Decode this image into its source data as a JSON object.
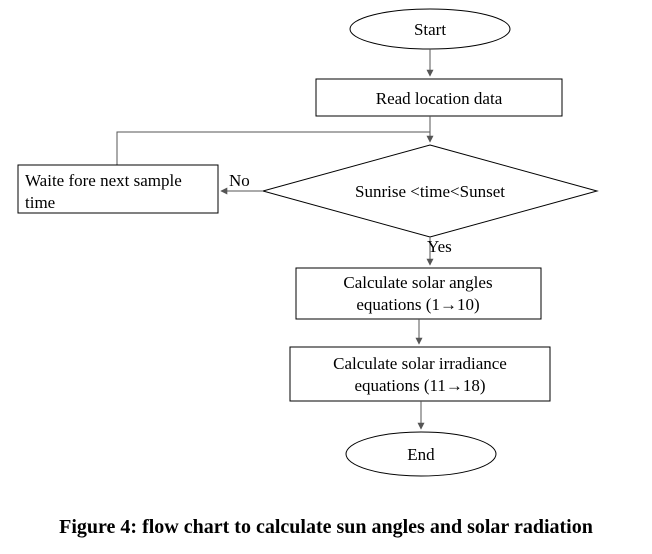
{
  "nodes": {
    "start": "Start",
    "read_location": "Read location data",
    "wait_line1": "Waite fore next sample",
    "wait_line2": "time",
    "decision": "Sunrise <time<Sunset",
    "calc_angles_line1": "Calculate solar angles",
    "calc_angles_line2": "equations (1→10)",
    "calc_irradiance_line1": "Calculate solar irradiance",
    "calc_irradiance_line2": "equations  (11→18)",
    "end": "End"
  },
  "edges": {
    "no_label": "No",
    "yes_label": "Yes"
  },
  "caption": "Figure 4: flow chart to calculate sun angles and solar radiation"
}
